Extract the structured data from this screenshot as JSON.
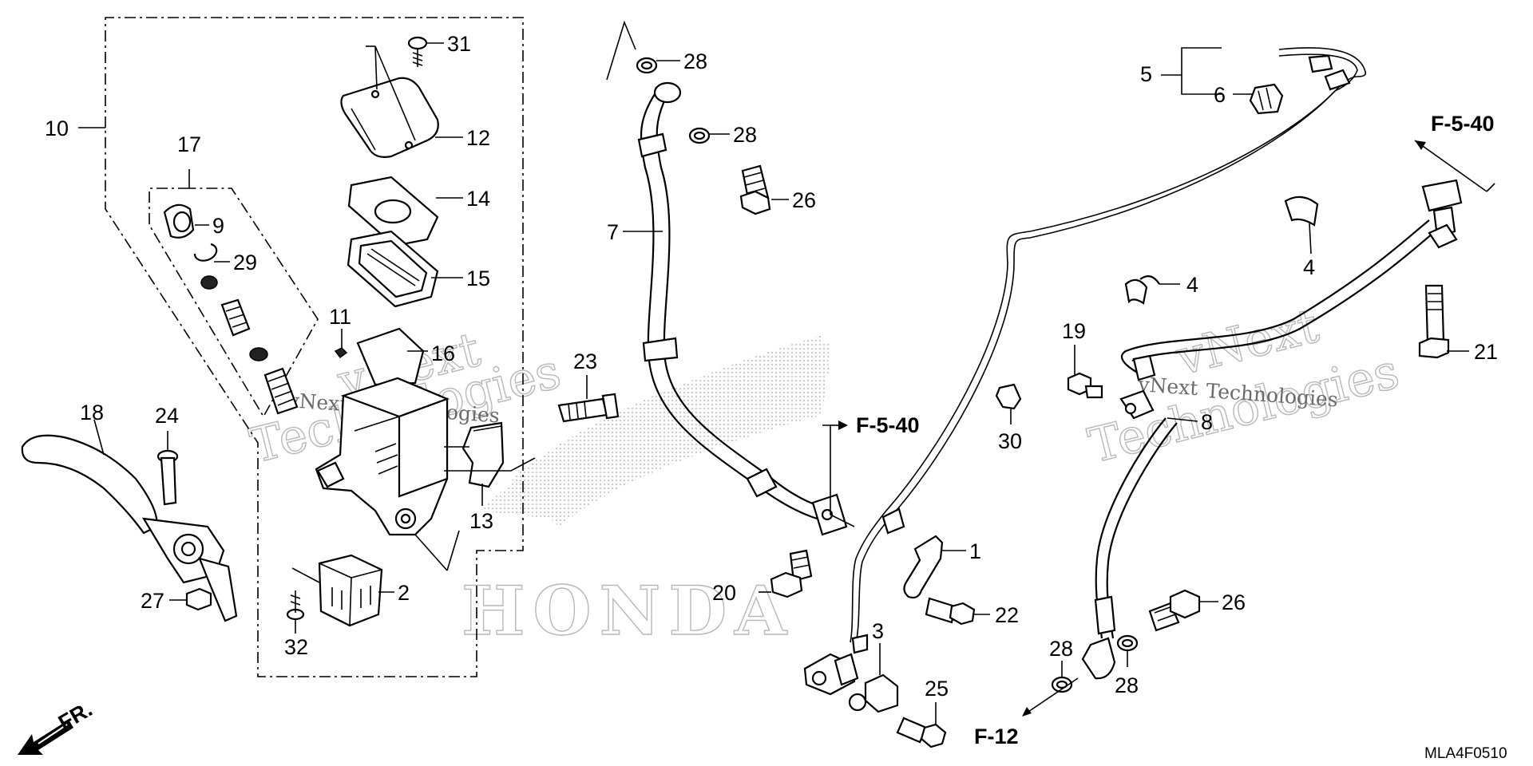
{
  "diagram": {
    "part_numbers": {
      "p1": "1",
      "p2": "2",
      "p3": "3",
      "p4a": "4",
      "p4b": "4",
      "p5": "5",
      "p6": "6",
      "p7": "7",
      "p8": "8",
      "p9": "9",
      "p10": "10",
      "p11": "11",
      "p12": "12",
      "p13": "13",
      "p14": "14",
      "p15": "15",
      "p16": "16",
      "p17": "17",
      "p18": "18",
      "p19": "19",
      "p20": "20",
      "p21": "21",
      "p22": "22",
      "p23": "23",
      "p24": "24",
      "p25": "25",
      "p26a": "26",
      "p26b": "26",
      "p27": "27",
      "p28a": "28",
      "p28b": "28",
      "p28c": "28",
      "p28d": "28",
      "p29": "29",
      "p30": "30",
      "p31": "31",
      "p32": "32"
    },
    "references": {
      "ref_a": "F-5-40",
      "ref_b": "F-5-40",
      "ref_c": "F-12"
    },
    "direction_label": "FR.",
    "diagram_code": "MLA4F0510",
    "watermark": {
      "line1": "vNext",
      "line2": "Technologies",
      "brand": "HONDA"
    }
  },
  "icons": {
    "front_arrow": "front-direction-arrow-icon",
    "brand_wing": "honda-wing-logo-icon"
  },
  "colors": {
    "ink": "#000000",
    "background": "#ffffff",
    "watermark": "#b8b8b8"
  }
}
